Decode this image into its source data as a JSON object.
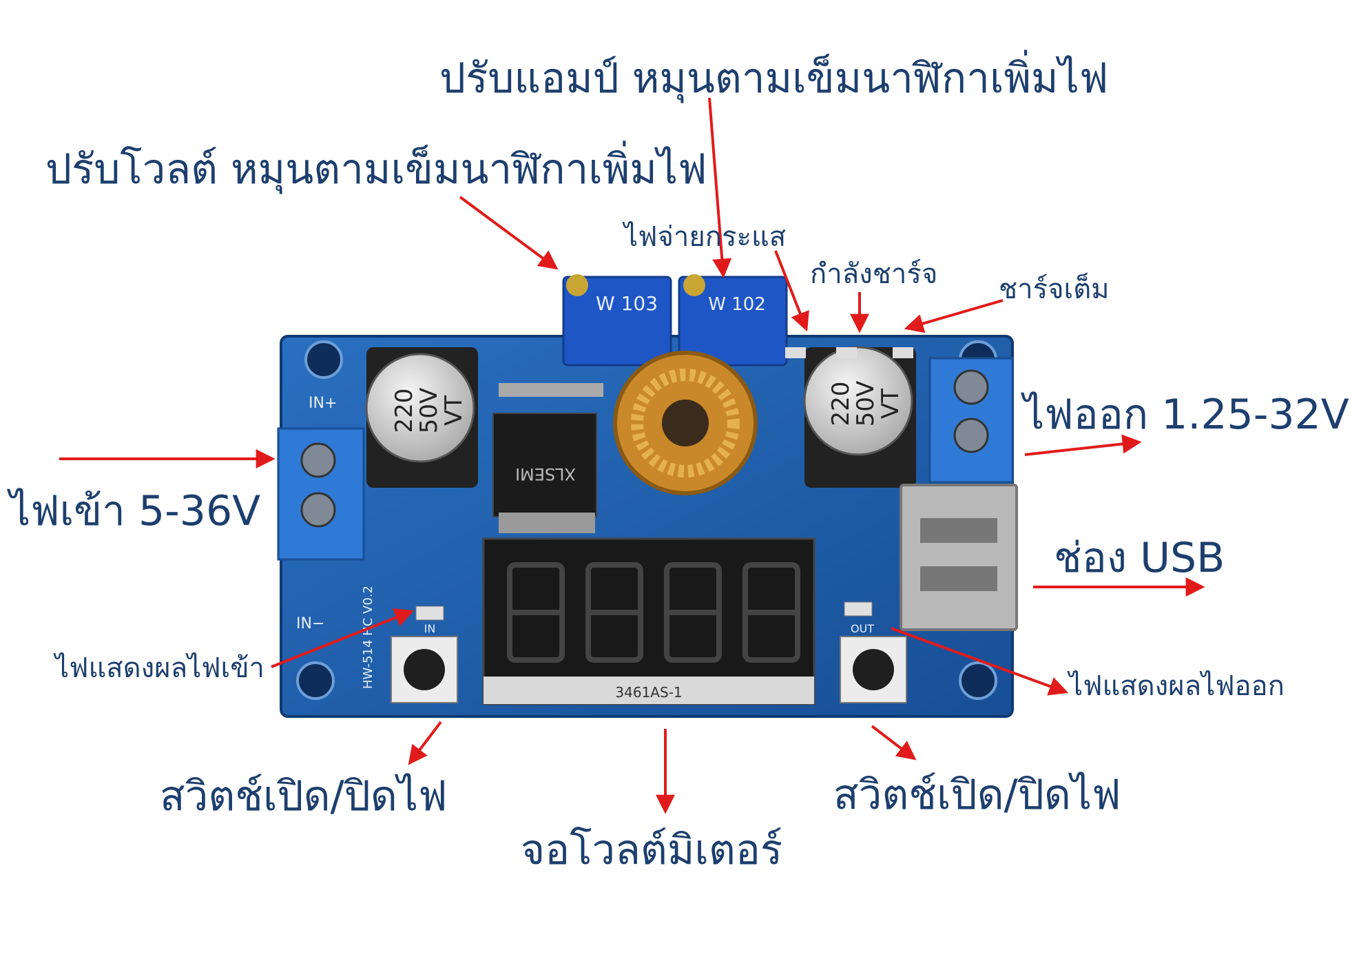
{
  "labels": {
    "current_adjust": "ปรับแอมป์ หมุนตามเข็มนาฬิกาเพิ่มไฟ",
    "voltage_adjust": "ปรับโวลต์ หมุนตามเข็มนาฬิกาเพิ่มไฟ",
    "cc_led": "ไฟจ่ายกระแส",
    "charging_led": "กำลังชาร์จ",
    "full_led": "ชาร์จเต็ม",
    "output": "ไฟออก 1.25-32V",
    "input": "ไฟเข้า 5-36V",
    "usb": "ช่อง USB",
    "in_indicator": "ไฟแสดงผลไฟเข้า",
    "out_indicator": "ไฟแสดงผลไฟออก",
    "switch_left": "สวิตช์เปิด/ปิดไฟ",
    "switch_right": "สวิตช์เปิด/ปิดไฟ",
    "display": "จอโวลต์มิเตอร์"
  },
  "board": {
    "pot_left_text": "W 103",
    "pot_right_text": "W 102",
    "cap_left": [
      "220",
      "50V",
      "VT"
    ],
    "cap_right": [
      "220",
      "50V",
      "VT"
    ],
    "chip_text": "XLSEMI",
    "in_plus": "IN+",
    "in_minus": "IN−",
    "led_in_label": "IN",
    "led_out_label": "OUT",
    "model_text": "HW-514 HC V0.2",
    "display_part": "3461AS-1"
  },
  "colors": {
    "label_text": "#1d3f6e",
    "arrow": "#e11b1b",
    "pcb": "#1f5fae",
    "terminal": "#2f7ad6"
  }
}
